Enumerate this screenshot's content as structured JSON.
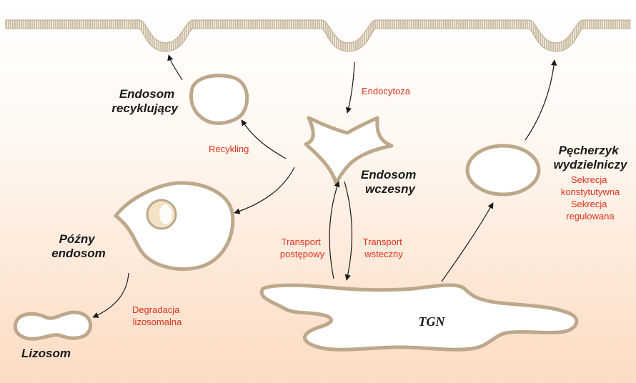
{
  "colors": {
    "background_top": "#ffffff",
    "background_bottom": "#fbdcc3",
    "membrane": "#bda88b",
    "organelle_fill": "#ffffff",
    "label_black": "#1a1a1a",
    "label_red": "#e0301e"
  },
  "organelles": {
    "recycling_endosome": [
      "Endosom",
      "recyklujący"
    ],
    "early_endosome": [
      "Endosom",
      "wczesny"
    ],
    "late_endosome": [
      "Późny",
      "endosom"
    ],
    "lysosome": "Lizosom",
    "secretory_vesicle": [
      "Pęcherzyk",
      "wydzielniczy"
    ],
    "tgn": "TGN"
  },
  "processes": {
    "endocytosis": "Endocytoza",
    "recycling": "Recykling",
    "anterograde": [
      "Transport",
      "postępowy"
    ],
    "retrograde": [
      "Transport",
      "wsteczny"
    ],
    "degradation": [
      "Degradacja",
      "lizosomalna"
    ],
    "constitutive": [
      "Sekrecja",
      "konstytutywna"
    ],
    "regulated": [
      "Sekrecja",
      "regulowana"
    ]
  }
}
